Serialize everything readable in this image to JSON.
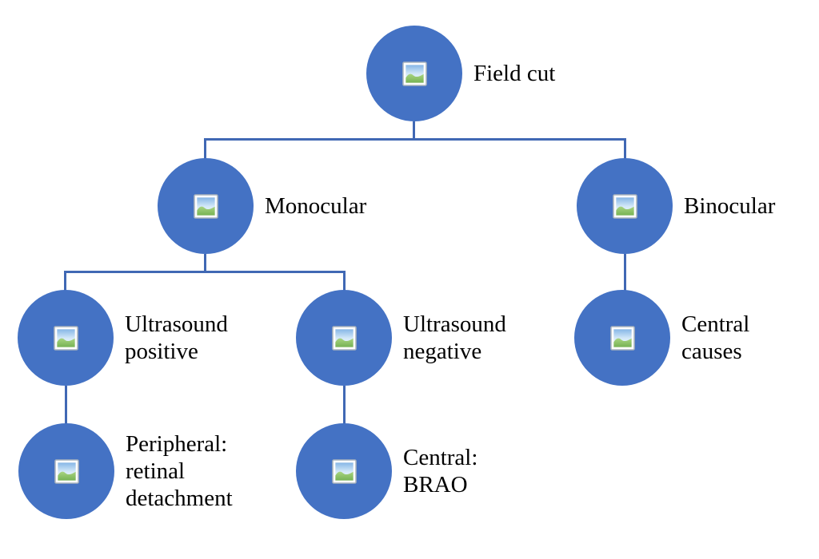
{
  "diagram": {
    "type": "hierarchy-tree",
    "background_color": "#ffffff",
    "node_fill_color": "#4472C4",
    "connector_color": "#4068B4",
    "text_color": "#000000",
    "node_icon": "image-placeholder-icon",
    "nodes": [
      {
        "id": "field-cut",
        "label": "Field cut",
        "parent": null
      },
      {
        "id": "monocular",
        "label": "Monocular",
        "parent": "field-cut"
      },
      {
        "id": "binocular",
        "label": "Binocular",
        "parent": "field-cut"
      },
      {
        "id": "ultrasound-positive",
        "label": "Ultrasound\npositive",
        "parent": "monocular"
      },
      {
        "id": "ultrasound-negative",
        "label": "Ultrasound\nnegative",
        "parent": "monocular"
      },
      {
        "id": "central-causes",
        "label": "Central\ncauses",
        "parent": "binocular"
      },
      {
        "id": "peripheral-retinal-detachment",
        "label": "Peripheral:\nretinal\ndetachment",
        "parent": "ultrasound-positive"
      },
      {
        "id": "central-brao",
        "label": "Central:\nBRAO",
        "parent": "ultrasound-negative"
      }
    ]
  }
}
